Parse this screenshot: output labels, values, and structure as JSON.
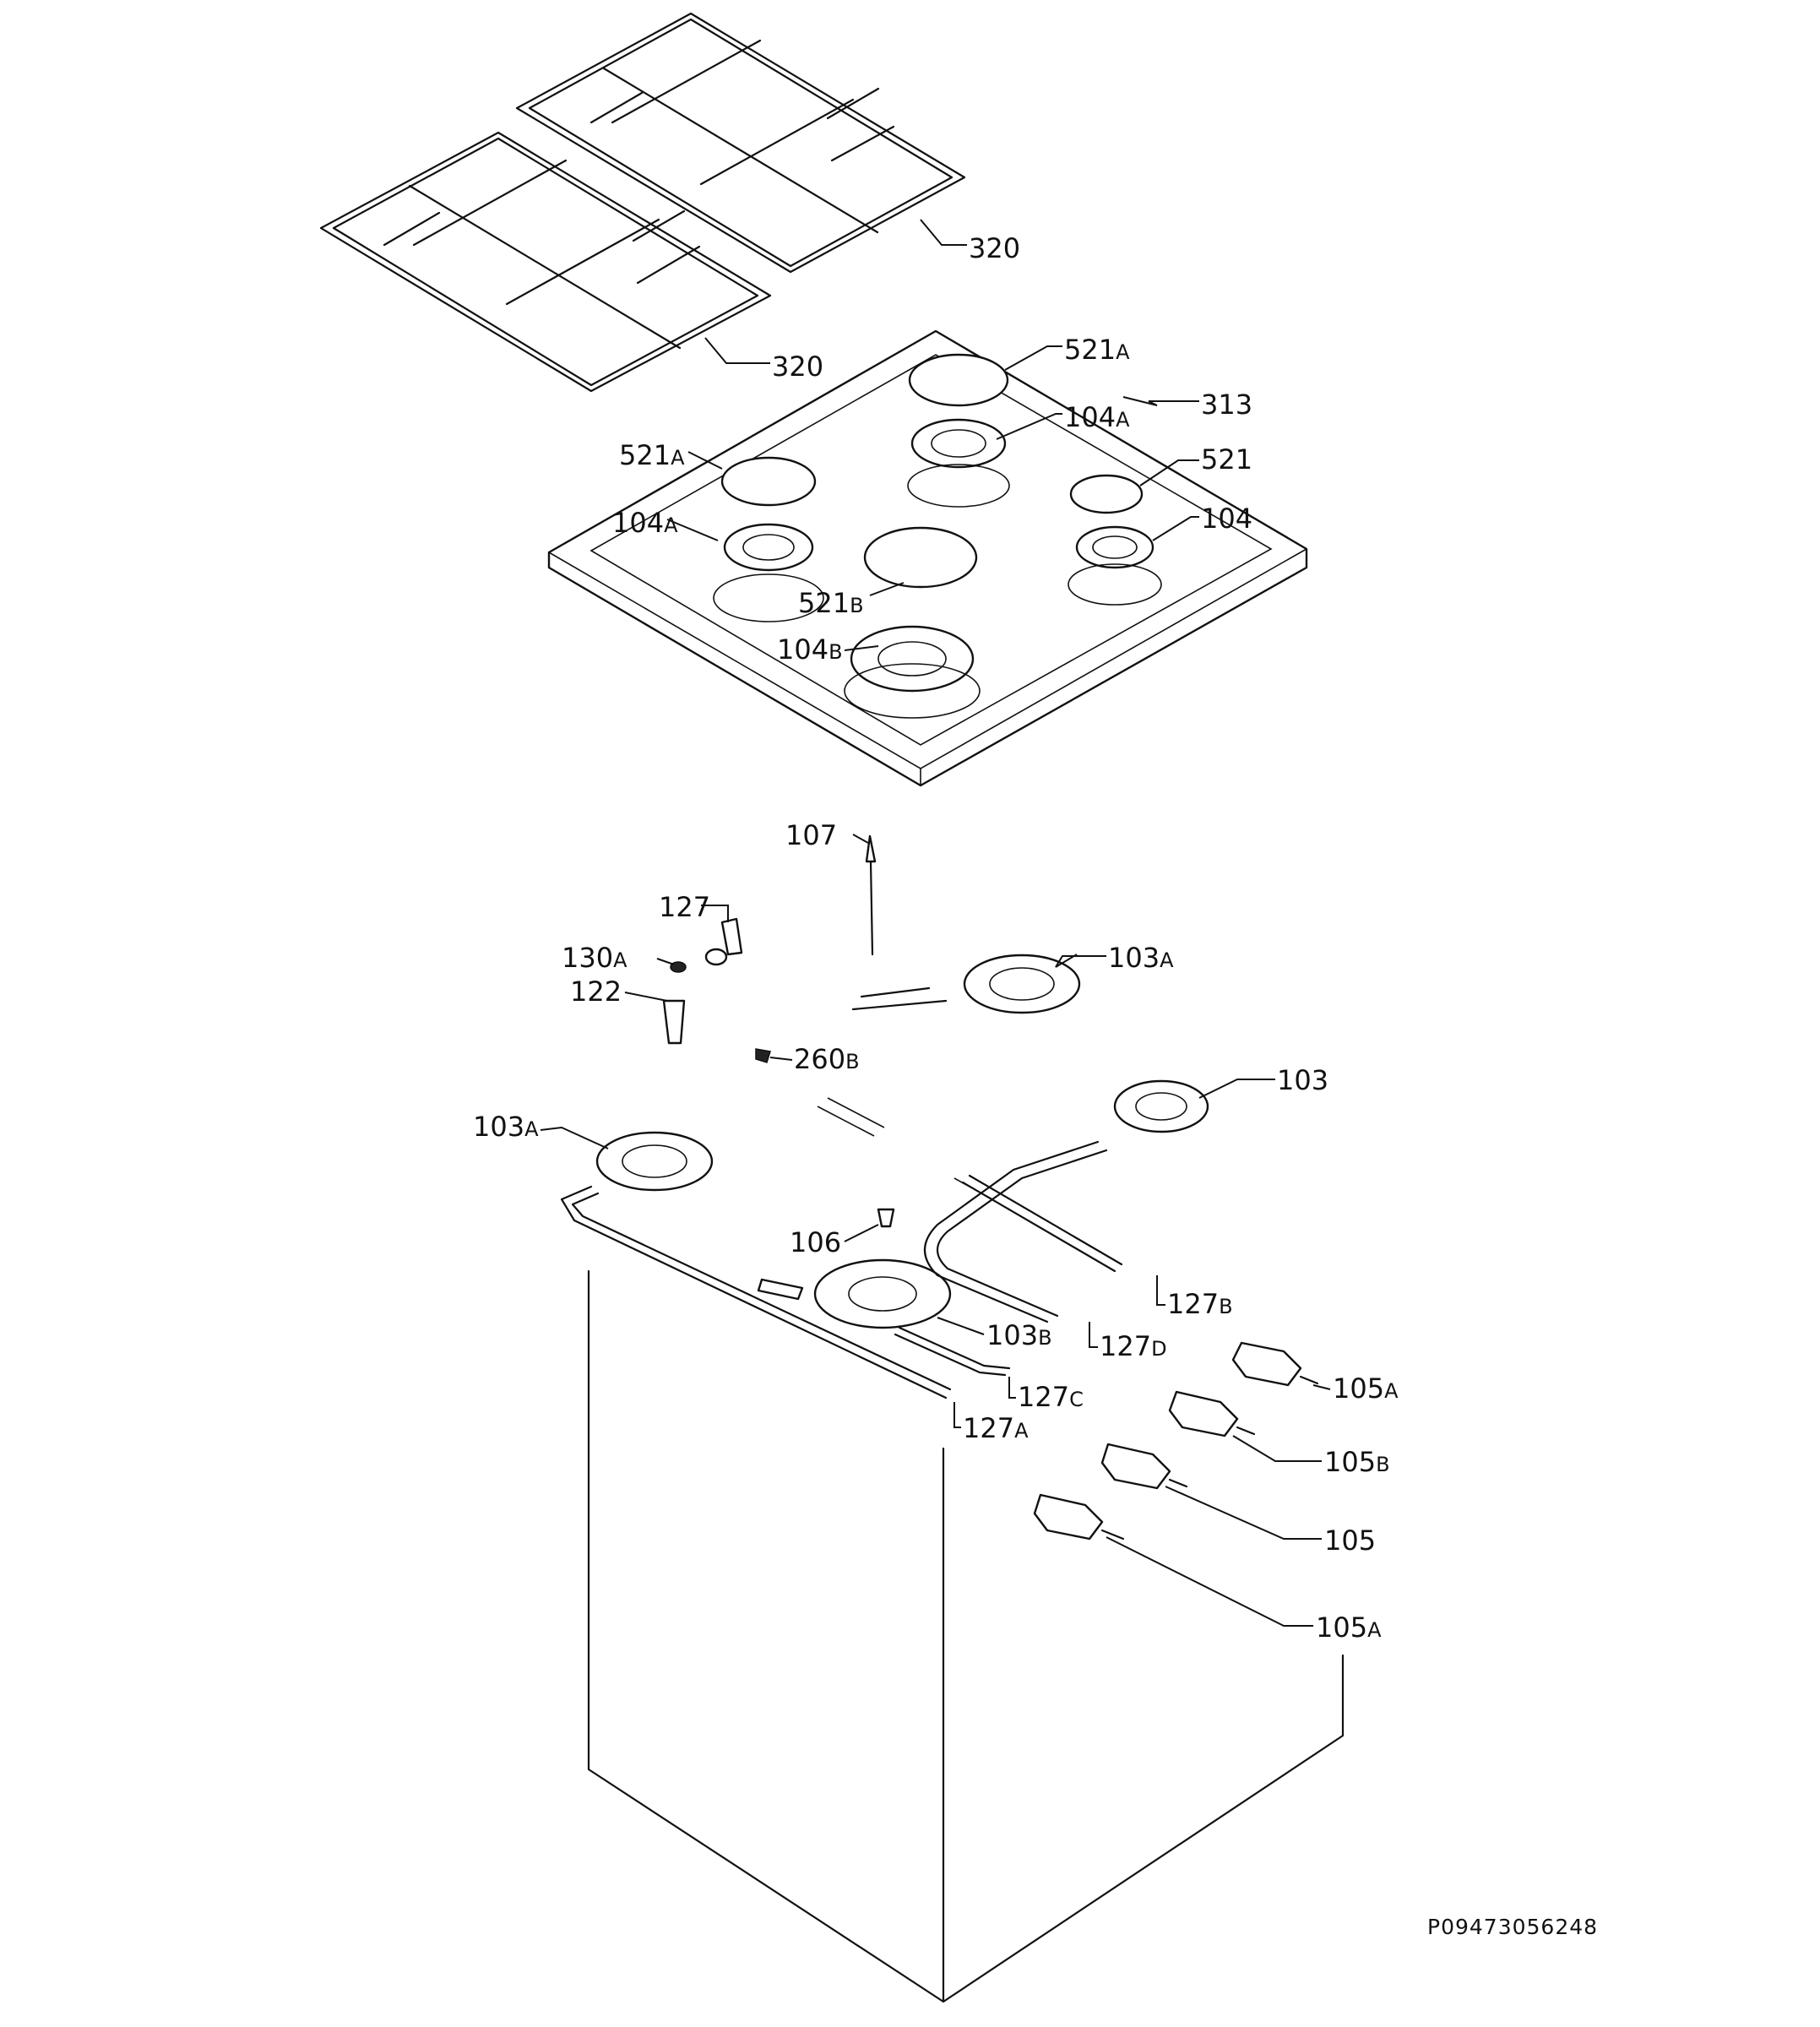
{
  "callouts": [
    {
      "id": "c320a",
      "label": "320"
    },
    {
      "id": "c320b",
      "label": "320"
    },
    {
      "id": "c521a_top",
      "label": "521",
      "suffix": "A"
    },
    {
      "id": "c313",
      "label": "313"
    },
    {
      "id": "c104a_top",
      "label": "104",
      "suffix": "A"
    },
    {
      "id": "c521a_left",
      "label": "521",
      "suffix": "A"
    },
    {
      "id": "c521",
      "label": "521"
    },
    {
      "id": "c104a_left",
      "label": "104",
      "suffix": "A"
    },
    {
      "id": "c104",
      "label": "104"
    },
    {
      "id": "c521b",
      "label": "521",
      "suffix": "B"
    },
    {
      "id": "c104b",
      "label": "104",
      "suffix": "B"
    },
    {
      "id": "c107",
      "label": "107"
    },
    {
      "id": "c127",
      "label": "127"
    },
    {
      "id": "c130a",
      "label": "130",
      "suffix": "A"
    },
    {
      "id": "c122",
      "label": "122"
    },
    {
      "id": "c103a_right",
      "label": "103",
      "suffix": "A"
    },
    {
      "id": "c260b",
      "label": "260",
      "suffix": "B"
    },
    {
      "id": "c103",
      "label": "103"
    },
    {
      "id": "c103a_left",
      "label": "103",
      "suffix": "A"
    },
    {
      "id": "c106",
      "label": "106"
    },
    {
      "id": "c127b",
      "label": "127",
      "suffix": "B"
    },
    {
      "id": "c103b",
      "label": "103",
      "suffix": "B"
    },
    {
      "id": "c127d",
      "label": "127",
      "suffix": "D"
    },
    {
      "id": "c105a_top",
      "label": "105",
      "suffix": "A"
    },
    {
      "id": "c127c",
      "label": "127",
      "suffix": "C"
    },
    {
      "id": "c105b",
      "label": "105",
      "suffix": "B"
    },
    {
      "id": "c127a",
      "label": "127",
      "suffix": "A"
    },
    {
      "id": "c105",
      "label": "105"
    },
    {
      "id": "c105a_bottom",
      "label": "105",
      "suffix": "A"
    }
  ],
  "document_id": "P09473056248"
}
